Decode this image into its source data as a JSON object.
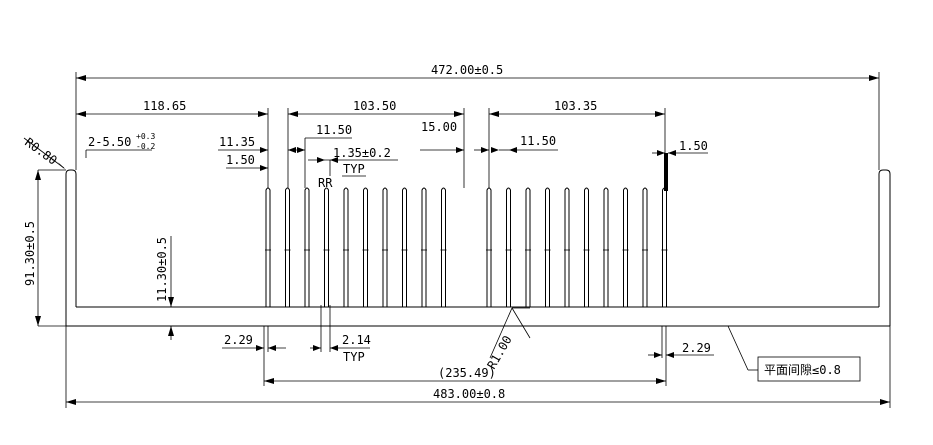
{
  "dimensions": {
    "overall_top": "472.00±0.5",
    "left_offset": "118.65",
    "group_left": "103.50",
    "group_right": "103.35",
    "notch_left": "2-5.50",
    "tol_upper": "+0.3",
    "tol_lower": "-0.2",
    "fin_w_left_a": "11.35",
    "fin_w_left_b": "11.50",
    "fin_t_left": "1.50",
    "fin_tip": "1.35±0.2",
    "typ_top": "TYP",
    "rr": "RR",
    "gap_center": "15.00",
    "fin_w_right": "11.50",
    "fin_t_right": "1.50",
    "corner_r": "R0.80",
    "height_total": "91.30±0.5",
    "base_thick": "11.30±0.5",
    "bot_left": "2.29",
    "bot_mid": "2.14",
    "typ_bot": "TYP",
    "fillet": "R1.00",
    "bot_right": "2.29",
    "fin_span": "(235.49)",
    "overall_bot": "483.00±0.8",
    "flatness_note": "平面间隙≤0.8"
  }
}
